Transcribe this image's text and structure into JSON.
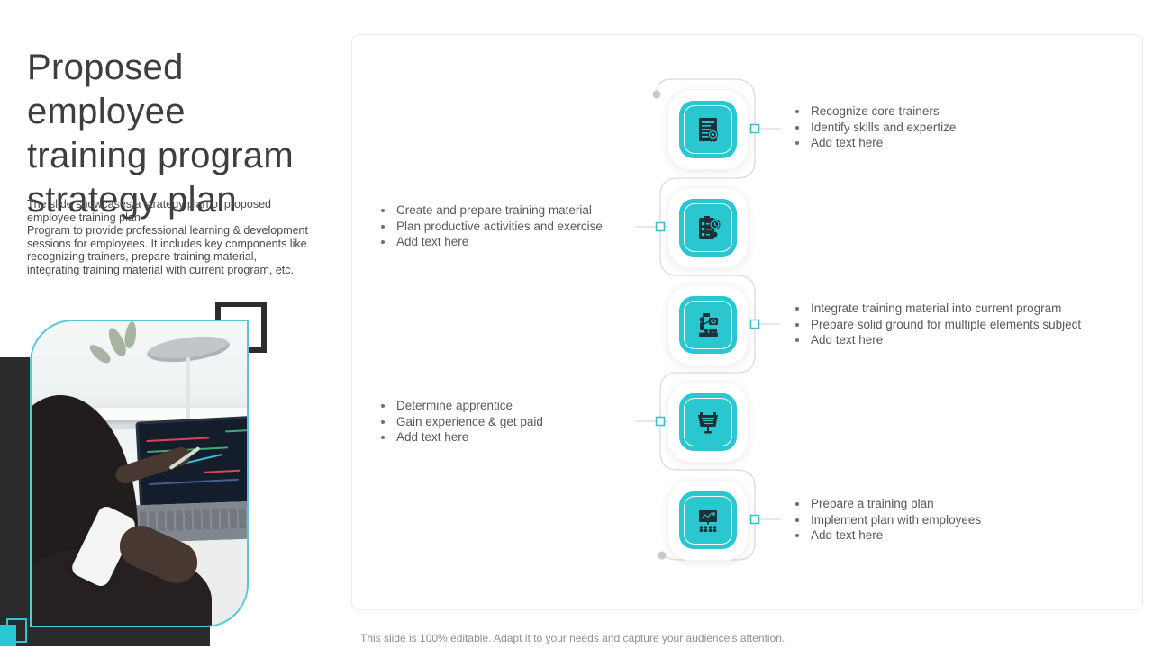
{
  "slide": {
    "title_lines": [
      "Proposed",
      "employee",
      "training program",
      "strategy plan"
    ],
    "description_lines": [
      "The slide showcases a strategy plan of proposed",
      "employee training plan",
      "Program to provide professional learning & development",
      "sessions for employees. It includes key components like",
      "recognizing trainers, prepare training material,",
      "integrating training material with current program, etc."
    ],
    "footer": "This slide is 100% editable. Adapt it to your needs and capture your audience's attention.",
    "photo_alt": "Person talking on a phone while pointing at trading charts on a laptop beside a window"
  },
  "timeline": {
    "steps": [
      {
        "icon": "certificate-icon",
        "side": "right",
        "bullets": [
          "Recognize core trainers",
          "Identify skills and expertize",
          "Add text here"
        ]
      },
      {
        "icon": "checklist-clock-icon",
        "side": "left",
        "bullets": [
          "Create and prepare training material",
          "Plan productive activities and exercise",
          "Add text here"
        ]
      },
      {
        "icon": "trainer-presentation-icon",
        "side": "right",
        "bullets": [
          "Integrate training material into current program",
          "Prepare solid ground for multiple elements subject",
          "Add text here"
        ]
      },
      {
        "icon": "presentation-screen-icon",
        "side": "left",
        "bullets": [
          "Determine apprentice",
          "Gain experience & get paid",
          "Add text here"
        ]
      },
      {
        "icon": "screen-audience-icon",
        "side": "right",
        "bullets": [
          "Prepare a training plan",
          "Implement plan with employees",
          "Add text here"
        ]
      }
    ]
  },
  "colors": {
    "accent_teal": "#2BC7D1",
    "icon_glyph": "#1E3038",
    "dark_shape": "#2B2B2E",
    "connector_gray": "#DBDBDB",
    "body_text": "#595959"
  }
}
